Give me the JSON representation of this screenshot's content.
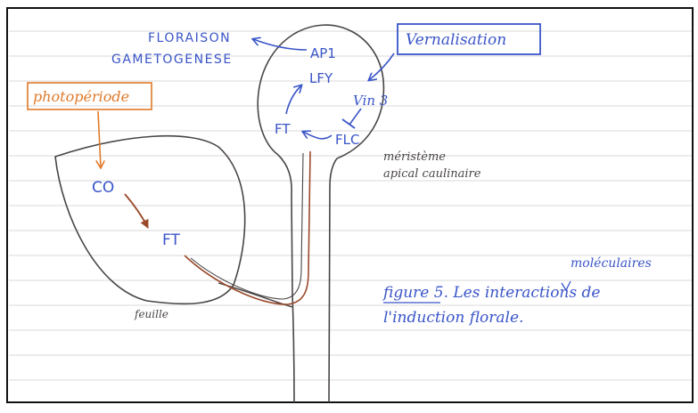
{
  "labels": {
    "floraison": "FLORAISON",
    "gametogenese": "GAMETOGENESE",
    "ap1": "AP1",
    "lfy": "LFY",
    "vernalisation": "Vernalisation",
    "vin3": "Vin 3",
    "flc": "FLC",
    "ft_meristem": "FT",
    "meristem_line1": "méristème",
    "meristem_line2": "apical caulinaire",
    "photoperiode": "photopériode",
    "co": "CO",
    "ft_leaf": "FT",
    "feuille": "feuille",
    "caption_line1": "figure 5. Les interactions de",
    "caption_insert": "moléculaires",
    "caption_line2": "l'induction florale."
  },
  "colors": {
    "paper_rule": "#d8d8d8",
    "frame": "#111111",
    "pencil": "#4a4545",
    "blue_ink": "#3a55c8",
    "orange_ink": "#e07a2a",
    "brown_ink": "#9a4a2c"
  }
}
